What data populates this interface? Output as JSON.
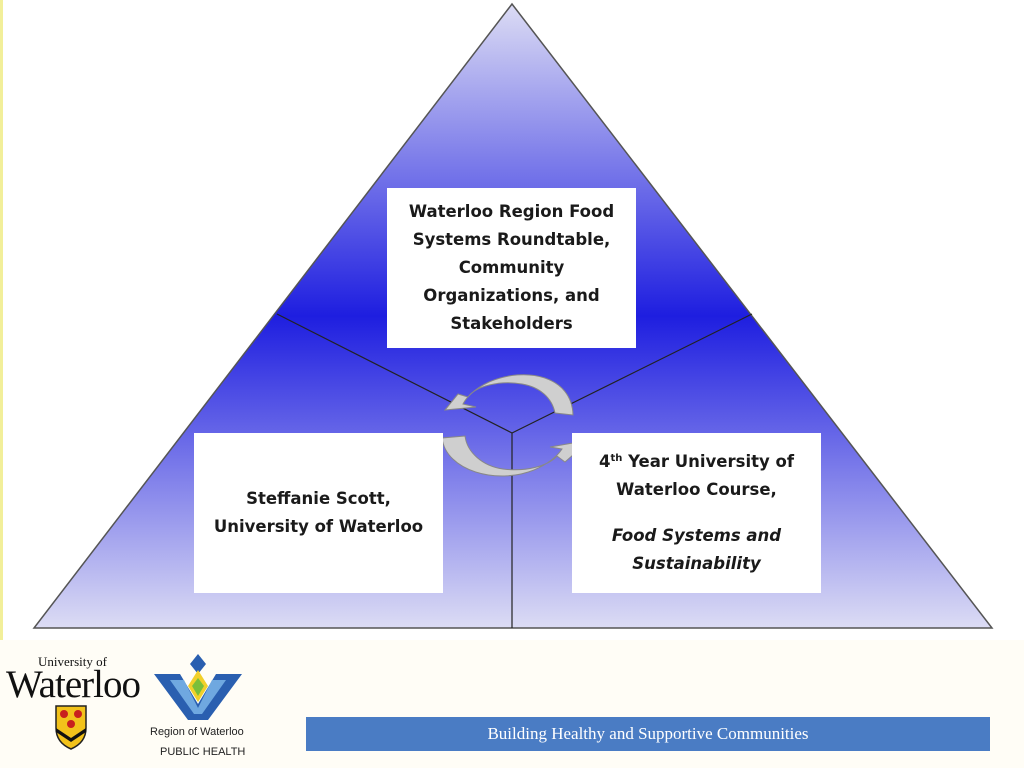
{
  "diagram": {
    "top_box": [
      "Waterloo Region Food",
      "Systems Roundtable,",
      "Community",
      "Organizations, and",
      "Stakeholders"
    ],
    "left_box": [
      "Steffanie Scott,",
      "University of Waterloo"
    ],
    "right_box": {
      "ordinal_number": "4",
      "ordinal_suffix": "th",
      "line1_rest": " Year University of",
      "line2": "Waterloo Course,",
      "italic_lines": [
        "Food Systems and",
        "Sustainability"
      ]
    }
  },
  "logos": {
    "uw_line1": "University of",
    "uw_line2": "Waterloo",
    "region_line1": "Region of Waterloo",
    "region_line2": "PUBLIC HEALTH"
  },
  "footer": {
    "text": "Building Healthy and Supportive Communities"
  },
  "colors": {
    "triangle_top": "#dcdcf4",
    "triangle_mid": "#1e1ee0",
    "triangle_bottom": "#dcdcf4",
    "footer_bar": "#4a7cc4",
    "arrows": "#cfcfcf"
  }
}
